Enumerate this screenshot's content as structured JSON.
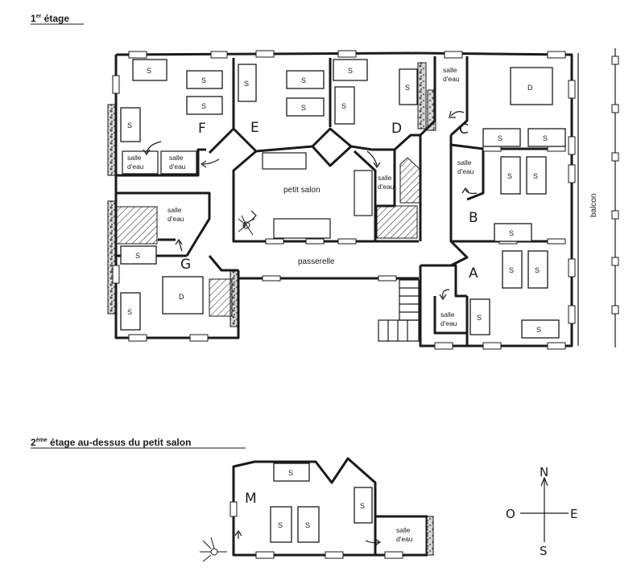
{
  "titles": {
    "floor1_prefix": "1",
    "floor1_sup": "er",
    "floor1_rest": " étage",
    "floor2_prefix": "2",
    "floor2_sup": "ème",
    "floor2_rest": " étage au-dessus du petit salon"
  },
  "rooms": {
    "A": "A",
    "B": "B",
    "C": "C",
    "D": "D",
    "E": "E",
    "F": "F",
    "G": "G",
    "M": "M"
  },
  "labels": {
    "petit_salon": "petit salon",
    "passerelle": "passerelle",
    "balcon": "balcon",
    "salle": "salle",
    "deau": "d'eau"
  },
  "beds": {
    "single": "S",
    "double": "D"
  },
  "compass": {
    "N": "N",
    "S": "S",
    "E": "E",
    "O": "O"
  }
}
